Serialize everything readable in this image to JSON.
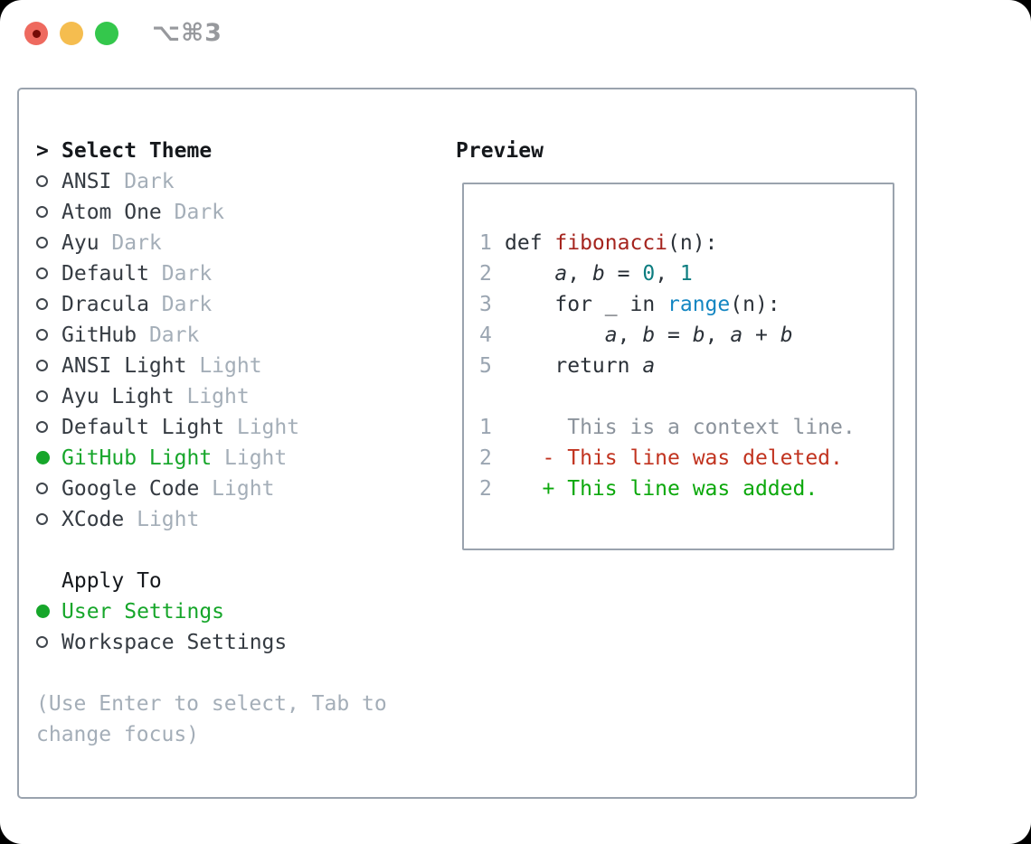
{
  "titlebar": {
    "title": "⌥⌘3"
  },
  "theme_panel": {
    "header_marker": ">",
    "header": "Select Theme",
    "themes": [
      {
        "name": "ANSI",
        "variant": "Dark",
        "selected": false
      },
      {
        "name": "Atom One",
        "variant": "Dark",
        "selected": false
      },
      {
        "name": "Ayu",
        "variant": "Dark",
        "selected": false
      },
      {
        "name": "Default",
        "variant": "Dark",
        "selected": false
      },
      {
        "name": "Dracula",
        "variant": "Dark",
        "selected": false
      },
      {
        "name": "GitHub",
        "variant": "Dark",
        "selected": false
      },
      {
        "name": "ANSI Light",
        "variant": "Light",
        "selected": false
      },
      {
        "name": "Ayu Light",
        "variant": "Light",
        "selected": false
      },
      {
        "name": "Default Light",
        "variant": "Light",
        "selected": false
      },
      {
        "name": "GitHub Light",
        "variant": "Light",
        "selected": true
      },
      {
        "name": "Google Code",
        "variant": "Light",
        "selected": false
      },
      {
        "name": "XCode",
        "variant": "Light",
        "selected": false
      }
    ],
    "apply_to": {
      "header": "Apply To",
      "options": [
        {
          "name": "User Settings",
          "selected": true
        },
        {
          "name": "Workspace Settings",
          "selected": false
        }
      ]
    },
    "help_lines": [
      "(Use Enter to select, Tab to",
      "change focus)"
    ]
  },
  "preview": {
    "header": "Preview",
    "code_lines": [
      {
        "num": "1",
        "segments": [
          [
            "def ",
            "code"
          ],
          [
            "fibonacci",
            "func"
          ],
          [
            "(n):",
            "code"
          ]
        ]
      },
      {
        "num": "2",
        "segments": [
          [
            "    ",
            "code"
          ],
          [
            "a",
            "var"
          ],
          [
            ", ",
            "code"
          ],
          [
            "b",
            "var"
          ],
          [
            " = ",
            "code"
          ],
          [
            "0",
            "number"
          ],
          [
            ", ",
            "code"
          ],
          [
            "1",
            "number"
          ]
        ]
      },
      {
        "num": "3",
        "segments": [
          [
            "    for _ in ",
            "code"
          ],
          [
            "range",
            "builtin"
          ],
          [
            "(n):",
            "code"
          ]
        ]
      },
      {
        "num": "4",
        "segments": [
          [
            "        ",
            "code"
          ],
          [
            "a",
            "var"
          ],
          [
            ", ",
            "code"
          ],
          [
            "b",
            "var"
          ],
          [
            " = ",
            "code"
          ],
          [
            "b",
            "var"
          ],
          [
            ", ",
            "code"
          ],
          [
            "a",
            "var"
          ],
          [
            " + ",
            "code"
          ],
          [
            "b",
            "var"
          ]
        ]
      },
      {
        "num": "5",
        "segments": [
          [
            "    return ",
            "code"
          ],
          [
            "a",
            "var"
          ]
        ]
      },
      {
        "num": "",
        "segments": []
      },
      {
        "num": "1",
        "segments": [
          [
            "     This is a context line.",
            "context"
          ]
        ]
      },
      {
        "num": "2",
        "segments": [
          [
            "   - This line was deleted.",
            "deleted"
          ]
        ]
      },
      {
        "num": "2",
        "segments": [
          [
            "   + This line was added.",
            "added"
          ]
        ]
      }
    ]
  },
  "colors": {
    "selection_green": "#16a62a",
    "added_green": "#0ca80c",
    "deleted_red": "#c1331f",
    "function_red": "#a5241e",
    "number_teal": "#0d7d80",
    "builtin_blue": "#1386c2",
    "muted_gray": "#a4aeb8",
    "line_number_gray": "#9aa5b1",
    "context_gray": "#8b939c",
    "border_gray": "#9aa3ae",
    "traffic_red": "#ee6a5f",
    "traffic_yellow": "#f5bd4f",
    "traffic_green": "#34c74c"
  }
}
